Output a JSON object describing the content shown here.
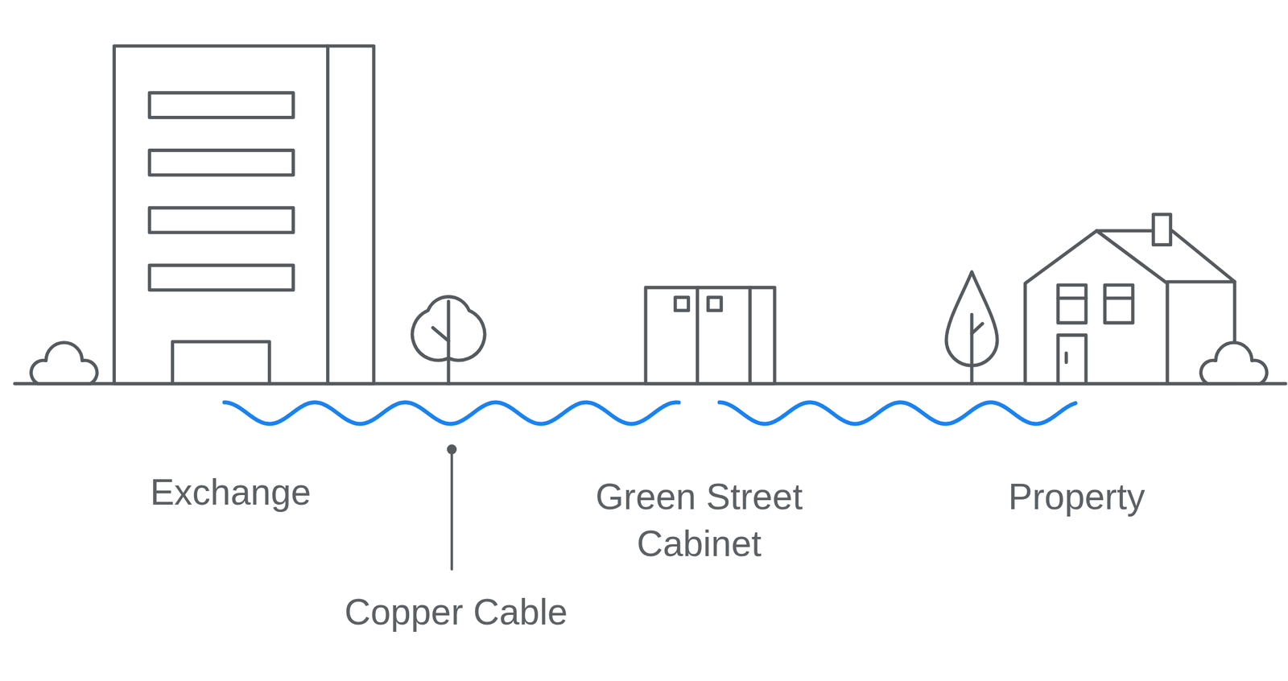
{
  "diagram": {
    "nodes": [
      {
        "text": [
          "Exchange"
        ]
      },
      {
        "text": [
          "Green Street Cabinet"
        ]
      },
      {
        "text": [
          "Property"
        ]
      }
    ],
    "edges": [
      {
        "from": 0,
        "to": 1,
        "arrow": "none"
      },
      {
        "from": 1,
        "to": 2,
        "arrow": "none"
      }
    ],
    "labels": [
      "Copper Cable"
    ]
  }
}
